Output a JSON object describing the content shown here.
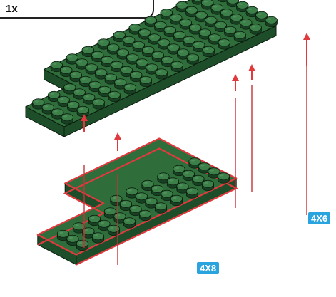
{
  "callout": {
    "quantity": "1x"
  },
  "labels": {
    "plate_a": "4X8",
    "plate_b": "4X6"
  },
  "colors": {
    "brick_top": "#2f6e3b",
    "brick_side": "#1e4e29",
    "stud_top": "#3c7f49",
    "stud_side": "#173f21",
    "outline": "#0c1e10",
    "guide": "#c43438",
    "highlight": "#e03a3f",
    "label_bg": "#2aa4df"
  }
}
